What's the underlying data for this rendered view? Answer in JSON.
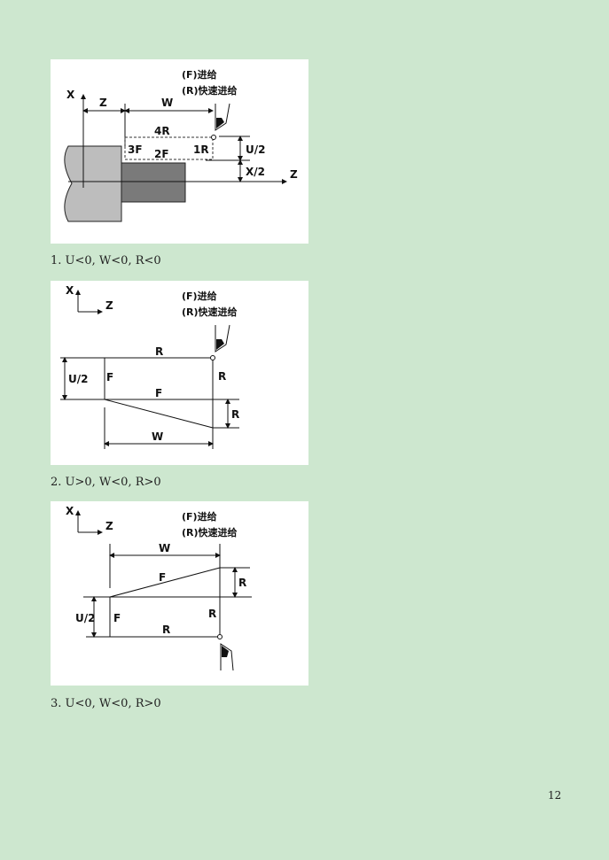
{
  "legend": {
    "feed": "(F)进给",
    "rapid": "(R)快速进给"
  },
  "figures": [
    {
      "caption": "1. U<0, W<0, R<0",
      "labels": {
        "x_axis": "X",
        "z_axis": "Z",
        "z_dim": "Z",
        "w_dim": "W",
        "step4": "4R",
        "step3": "3F",
        "step2": "2F",
        "step1": "1R",
        "u_half": "U/2",
        "x_half": "X/2"
      }
    },
    {
      "caption": "2. U>0, W<0, R>0",
      "labels": {
        "x_axis": "X",
        "z_axis": "Z",
        "top_r": "R",
        "left_f": "F",
        "mid_f": "F",
        "right_r": "R",
        "dim_r": "R",
        "u_half": "U/2",
        "w_dim": "W"
      }
    },
    {
      "caption": "3. U<0, W<0, R>0",
      "labels": {
        "x_axis": "X",
        "z_axis": "Z",
        "w_dim": "W",
        "taper_f": "F",
        "dim_r": "R",
        "right_r": "R",
        "left_f": "F",
        "bottom_r": "R",
        "u_half": "U/2"
      }
    }
  ],
  "page_number": "12"
}
